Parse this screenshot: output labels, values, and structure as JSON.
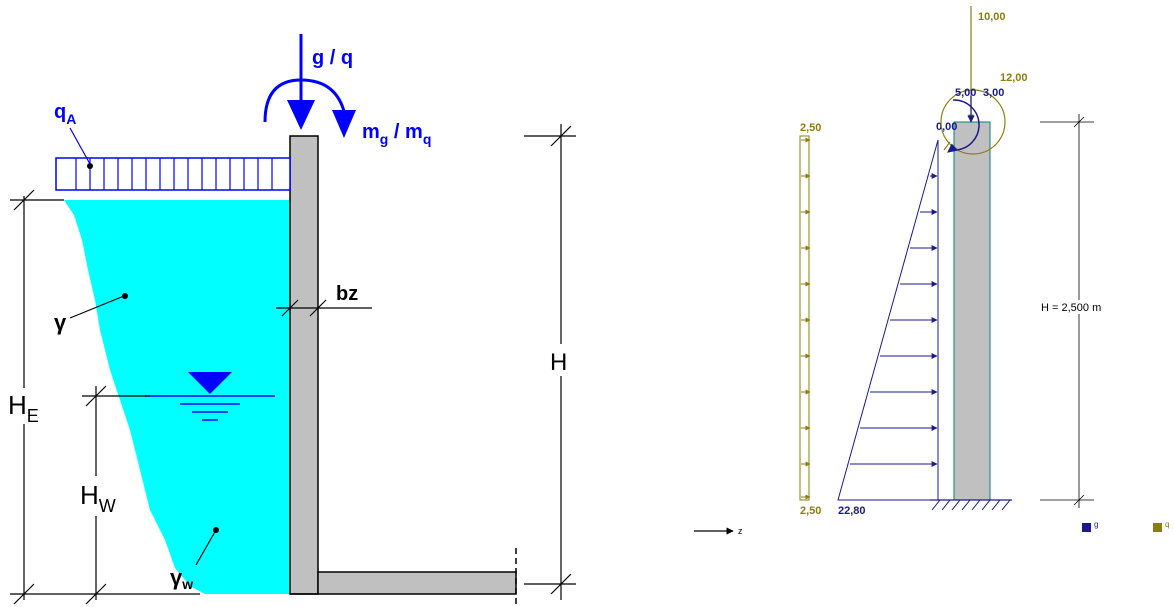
{
  "colors": {
    "soil": "#00ffff",
    "wall": "#c0c0c0",
    "blue_label": "#0000ff",
    "dark_blue": "#1a1a8c",
    "olive": "#8c7d0f",
    "line": "#000000"
  },
  "left_diagram": {
    "load_label_main": "g / q",
    "load_label_qA_main": "q",
    "load_label_qA_sub": "A",
    "moment_label_m1": "m",
    "moment_label_m1_sub": "g",
    "moment_label_sep": " / m",
    "moment_label_m2_sub": "q",
    "gamma_label": "γ",
    "gamma_w_main": "γ",
    "gamma_w_sub": "w",
    "bz_label": "bz",
    "H_label": "H",
    "HE_main": "H",
    "HE_sub": "E",
    "HW_main": "H",
    "HW_sub": "W"
  },
  "right_diagram": {
    "top_force": "10,00",
    "moment_q": "12,00",
    "moment_g": "5,00",
    "moment_g2": "3,00",
    "top_zero": "0,00",
    "q_top": "2,50",
    "q_bottom": "2,50",
    "g_bottom": "22,80",
    "height_label": "H = 2,500 m",
    "axis_label": "z",
    "legend_g": "g",
    "legend_q": "q"
  }
}
